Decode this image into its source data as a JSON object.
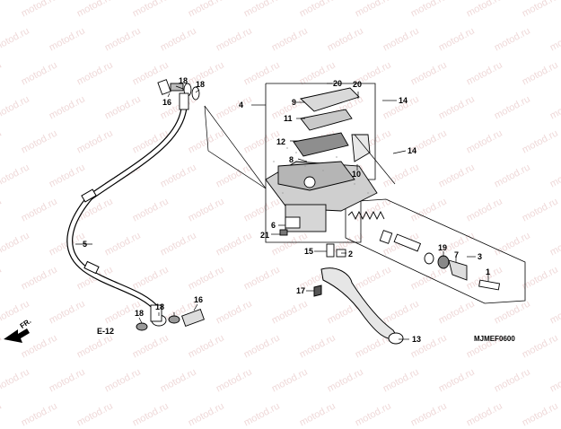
{
  "watermark": {
    "text": "motod.ru"
  },
  "callouts": [
    {
      "id": "c1",
      "label": "1"
    },
    {
      "id": "c2",
      "label": "2"
    },
    {
      "id": "c3",
      "label": "3"
    },
    {
      "id": "c4",
      "label": "4"
    },
    {
      "id": "c5",
      "label": "5"
    },
    {
      "id": "c6",
      "label": "6"
    },
    {
      "id": "c7",
      "label": "7"
    },
    {
      "id": "c8",
      "label": "8"
    },
    {
      "id": "c9",
      "label": "9"
    },
    {
      "id": "c10",
      "label": "10"
    },
    {
      "id": "c11",
      "label": "11"
    },
    {
      "id": "c12",
      "label": "12"
    },
    {
      "id": "c13",
      "label": "13"
    },
    {
      "id": "c14a",
      "label": "14"
    },
    {
      "id": "c14b",
      "label": "14"
    },
    {
      "id": "c15",
      "label": "15"
    },
    {
      "id": "c16a",
      "label": "16"
    },
    {
      "id": "c16b",
      "label": "16"
    },
    {
      "id": "c17",
      "label": "17"
    },
    {
      "id": "c18a",
      "label": "18"
    },
    {
      "id": "c18b",
      "label": "18"
    },
    {
      "id": "c18c",
      "label": "18"
    },
    {
      "id": "c18d",
      "label": "18"
    },
    {
      "id": "c19",
      "label": "19"
    },
    {
      "id": "c20a",
      "label": "20"
    },
    {
      "id": "c20b",
      "label": "20"
    },
    {
      "id": "c21",
      "label": "21"
    }
  ],
  "ref_code": "E-12",
  "front_label": "FR.",
  "diagram_code": "MJMEF0600"
}
